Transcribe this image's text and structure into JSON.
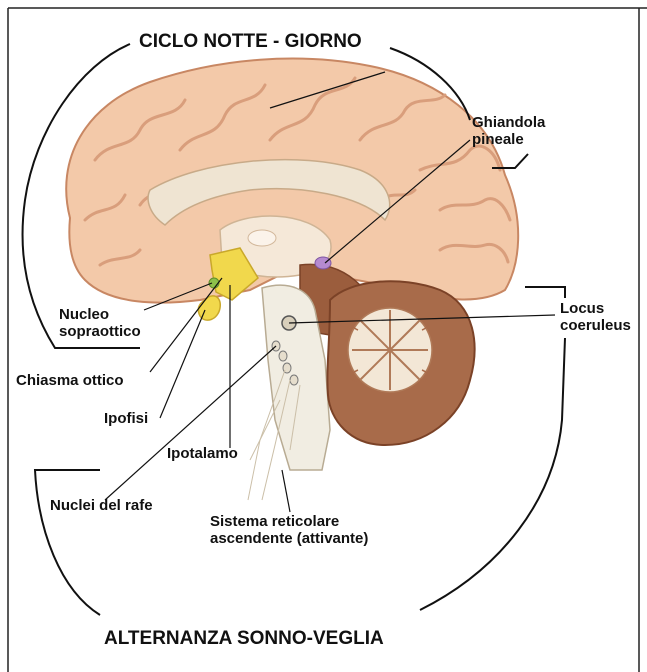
{
  "titles": {
    "top": "CICLO NOTTE - GIORNO",
    "bottom": "ALTERNANZA SONNO-VEGLIA"
  },
  "labels": {
    "ghiandola_pineale": [
      "Ghiandola",
      "pineale"
    ],
    "locus_coeruleus": [
      "Locus",
      "coeruleus"
    ],
    "nucleo_sopraottico": [
      "Nucleo",
      "sopraottico"
    ],
    "chiasma_ottico": "Chiasma ottico",
    "ipofisi": "Ipofisi",
    "ipotalamo": "Ipotalamo",
    "nuclei_del_rafe": "Nuclei del rafe",
    "sistema_reticolare": [
      "Sistema reticolare",
      "ascendente (attivante)"
    ]
  },
  "colors": {
    "brain_skin": "#f3c9a9",
    "brain_fold": "#d99e7c",
    "cerebellum": "#a86b4a",
    "hypothalamus": "#f1d84c",
    "pineal": "#b58ad0",
    "stem": "#f1ede2",
    "ink": "#111111"
  }
}
